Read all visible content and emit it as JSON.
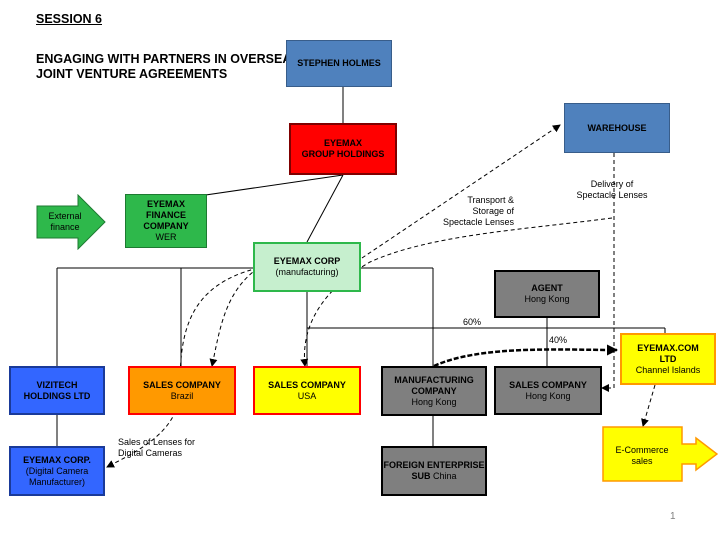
{
  "slide": {
    "session": "SESSION 6",
    "heading_line1": "ENGAGING WITH PARTNERS IN OVERSEAS",
    "heading_line2": "JOINT VENTURE AGREEMENTS",
    "page_number": "1"
  },
  "nodes": {
    "stephen_holmes": {
      "line1": "STEPHEN HOLMES",
      "color": "#4f81bd"
    },
    "group_holdings": {
      "line1": "EYEMAX",
      "line2": "GROUP HOLDINGS",
      "color": "#ff0000"
    },
    "finance_company": {
      "line1": "EYEMAX",
      "line2": "FINANCE",
      "line3": "COMPANY",
      "line4": "WER",
      "color": "#2eb84b"
    },
    "eyemax_corp": {
      "line1": "EYEMAX CORP",
      "line2": "(manufacturing)",
      "color": "#c6efce"
    },
    "warehouse": {
      "line1": "WAREHOUSE",
      "color": "#4f81bd"
    },
    "agent": {
      "line1": "AGENT",
      "line2": "Hong Kong",
      "color": "#7f7f7f"
    },
    "eyemax_com": {
      "line1": "EYEMAX.COM",
      "line2": "LTD",
      "line3": "Channel Islands",
      "color": "#ffff00"
    },
    "vizitech": {
      "line1": "VIZITECH",
      "line2": "HOLDINGS LTD",
      "color": "#3366ff"
    },
    "sales_brazil": {
      "line1": "SALES COMPANY",
      "line2": "Brazil",
      "color": "#ff9900"
    },
    "sales_usa": {
      "line1": "SALES COMPANY",
      "line2": "USA",
      "color": "#ffff00"
    },
    "manufacturing_hk": {
      "line1": "MANUFACTURING",
      "line2": "COMPANY",
      "line3": "Hong Kong",
      "color": "#7f7f7f"
    },
    "sales_hk": {
      "line1": "SALES COMPANY",
      "line2": "Hong Kong",
      "color": "#7f7f7f"
    },
    "eyemax_corp_camera": {
      "line1": "EYEMAX CORP.",
      "line2": "(Digital Camera",
      "line3": "Manufacturer)",
      "color": "#3366ff"
    },
    "foreign_enterprise": {
      "line1": "FOREIGN ENTERPRISE",
      "line2": "SUB",
      "line2b": "China",
      "color": "#7f7f7f"
    },
    "external_finance": {
      "line1": "External",
      "line2": "finance",
      "color": "#2eb84b"
    },
    "ecommerce": {
      "line1": "E-Commerce",
      "line2": "sales",
      "color": "#ffff00"
    }
  },
  "labels": {
    "transport_1": "Transport &",
    "transport_2": "Storage of",
    "transport_3": "Spectacle Lenses",
    "delivery_1": "Delivery of",
    "delivery_2": "Spectacle Lenses",
    "sales_lenses_1": "Sales of Lenses for",
    "sales_lenses_2": "Digital Cameras",
    "pct_60": "60%",
    "pct_40": "40%"
  }
}
